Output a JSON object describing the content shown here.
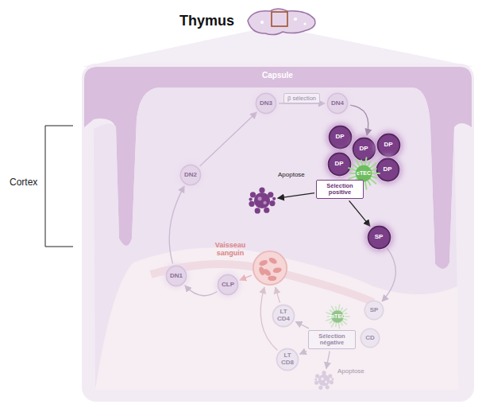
{
  "diagram": {
    "title": "Thymus",
    "nodes": [
      {
        "text": [
          "DN3"
        ]
      },
      {
        "text": [
          "DN4"
        ]
      },
      {
        "text": [
          "DP"
        ]
      },
      {
        "text": [
          "DP"
        ]
      },
      {
        "text": [
          "DP"
        ]
      },
      {
        "text": [
          "DP"
        ]
      },
      {
        "text": [
          "DP"
        ]
      },
      {
        "text": [
          "cTEC"
        ]
      },
      {
        "text": [
          "Sélection positive"
        ]
      },
      {
        "text": [
          "Apoptose"
        ]
      },
      {
        "text": [
          "SP"
        ]
      },
      {
        "text": [
          "DN2"
        ]
      },
      {
        "text": [
          "Vaisseau sanguin"
        ]
      },
      {
        "text": [
          "DN1"
        ]
      },
      {
        "text": [
          "CLP"
        ]
      },
      {
        "text": [
          "SP"
        ]
      },
      {
        "text": [
          "mTEC"
        ]
      },
      {
        "text": [
          "CD"
        ]
      },
      {
        "text": [
          "Sélection négative"
        ]
      },
      {
        "text": [
          "LT CD4"
        ]
      },
      {
        "text": [
          "LT CD8"
        ]
      },
      {
        "text": [
          "Apoptose"
        ]
      }
    ],
    "edges": [
      {
        "from": 12,
        "to": 14,
        "arrow": "to"
      },
      {
        "from": 14,
        "to": 13,
        "arrow": "to"
      },
      {
        "from": 13,
        "to": 11,
        "arrow": "to"
      },
      {
        "from": 11,
        "to": 0,
        "arrow": "to"
      },
      {
        "from": 0,
        "to": 1,
        "label": "β sélection",
        "arrow": "to"
      },
      {
        "from": 1,
        "to": 3,
        "arrow": "to"
      },
      {
        "from": 8,
        "to": 9,
        "arrow": "to"
      },
      {
        "from": 8,
        "to": 10,
        "arrow": "to"
      },
      {
        "from": 10,
        "to": 15,
        "arrow": "to"
      },
      {
        "from": 18,
        "to": 19,
        "arrow": "to"
      },
      {
        "from": 18,
        "to": 20,
        "arrow": "to"
      },
      {
        "from": 18,
        "to": 21,
        "arrow": "to"
      },
      {
        "from": 19,
        "to": 12,
        "arrow": "to"
      },
      {
        "from": 20,
        "to": 12,
        "arrow": "to"
      }
    ],
    "labels": [
      "Cortex",
      "Capsule"
    ]
  }
}
